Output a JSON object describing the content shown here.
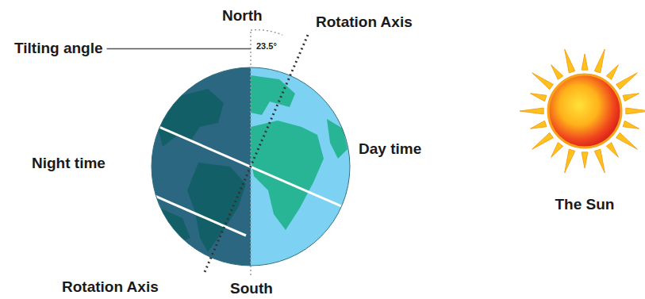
{
  "diagram": {
    "labels": [
      "North",
      "Rotation Axis",
      "Tilting angle",
      "23.5°",
      "Night time",
      "Day time",
      "The Sun",
      "Rotation Axis",
      "South"
    ]
  }
}
